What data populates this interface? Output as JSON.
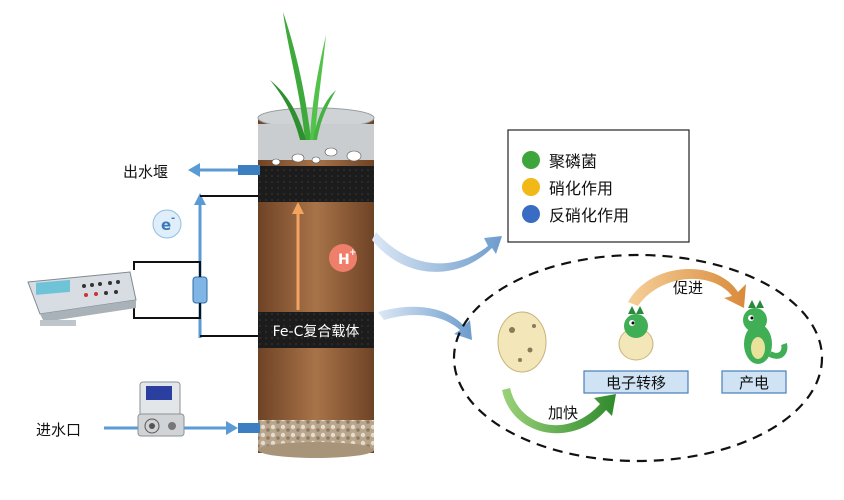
{
  "labels": {
    "outlet": "出水堰",
    "inlet": "进水口",
    "electron": "e",
    "electron_sup": "-",
    "proton": "H",
    "proton_sup": "+",
    "carrier": "Fe-C复合载体",
    "promote": "促进",
    "accelerate": "加快",
    "electron_transfer": "电子转移",
    "power_generation": "产电"
  },
  "legend": {
    "items": [
      {
        "label": "聚磷菌",
        "color": "#3ea53a"
      },
      {
        "label": "硝化作用",
        "color": "#f2b817"
      },
      {
        "label": "反硝化作用",
        "color": "#3a6cc4"
      }
    ]
  },
  "colors": {
    "soil": "#9b6a43",
    "soil_dark": "#7a4d2c",
    "black_layer": "#1c1c1c",
    "pipe": "#5b9bd5",
    "arrow_orange": "#f4a460",
    "box_fill": "#cfe3f5",
    "box_border": "#4a7fb8"
  }
}
